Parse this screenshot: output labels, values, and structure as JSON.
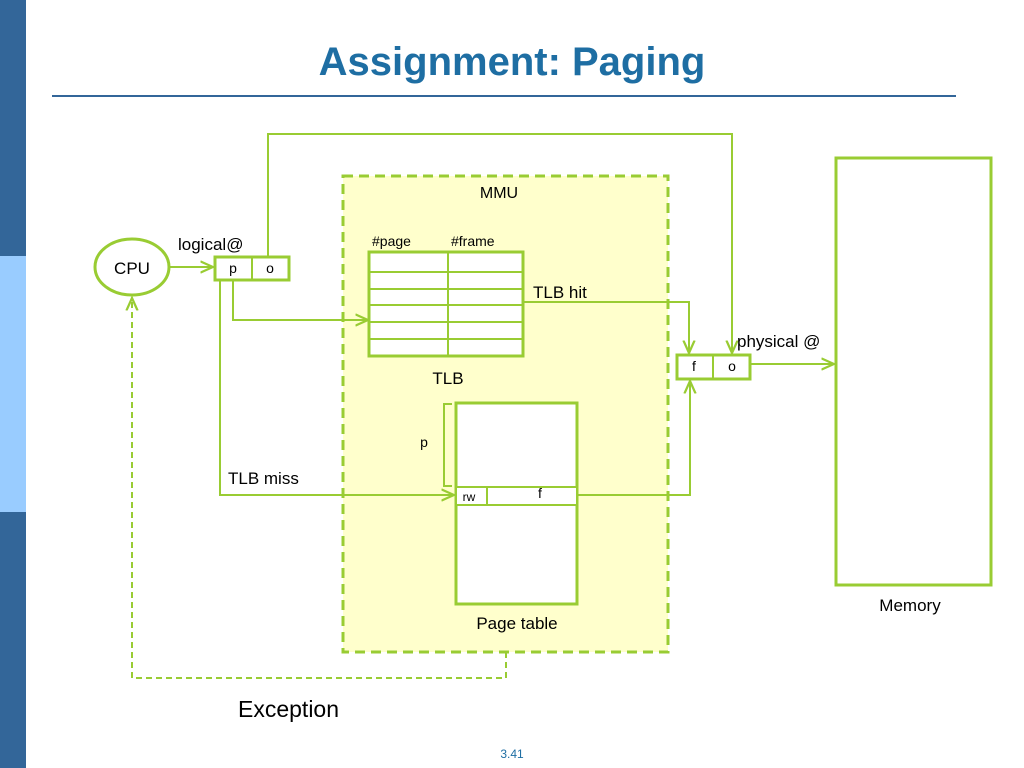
{
  "slide": {
    "title": "Assignment: Paging",
    "page_number": "3.41"
  },
  "colors": {
    "accent_green": "#99cc33",
    "mmu_fill": "#ffffcc",
    "title_blue": "#1e6ea3",
    "sidebar_dark": "#336699",
    "sidebar_light": "#99ccff"
  },
  "diagram": {
    "cpu_label": "CPU",
    "logical_address_label": "logical@",
    "logical_fields": [
      "p",
      "o"
    ],
    "mmu_label": "MMU",
    "tlb_columns": [
      "#page",
      "#frame"
    ],
    "tlb_label": "TLB",
    "tlb_hit_label": "TLB hit",
    "tlb_miss_label": "TLB miss",
    "page_table_label": "Page table",
    "page_table_index_label": "p",
    "page_table_entry": [
      "rw",
      "f"
    ],
    "physical_address_label": "physical @",
    "physical_fields": [
      "f",
      "o"
    ],
    "memory_label": "Memory",
    "exception_label": "Exception"
  }
}
